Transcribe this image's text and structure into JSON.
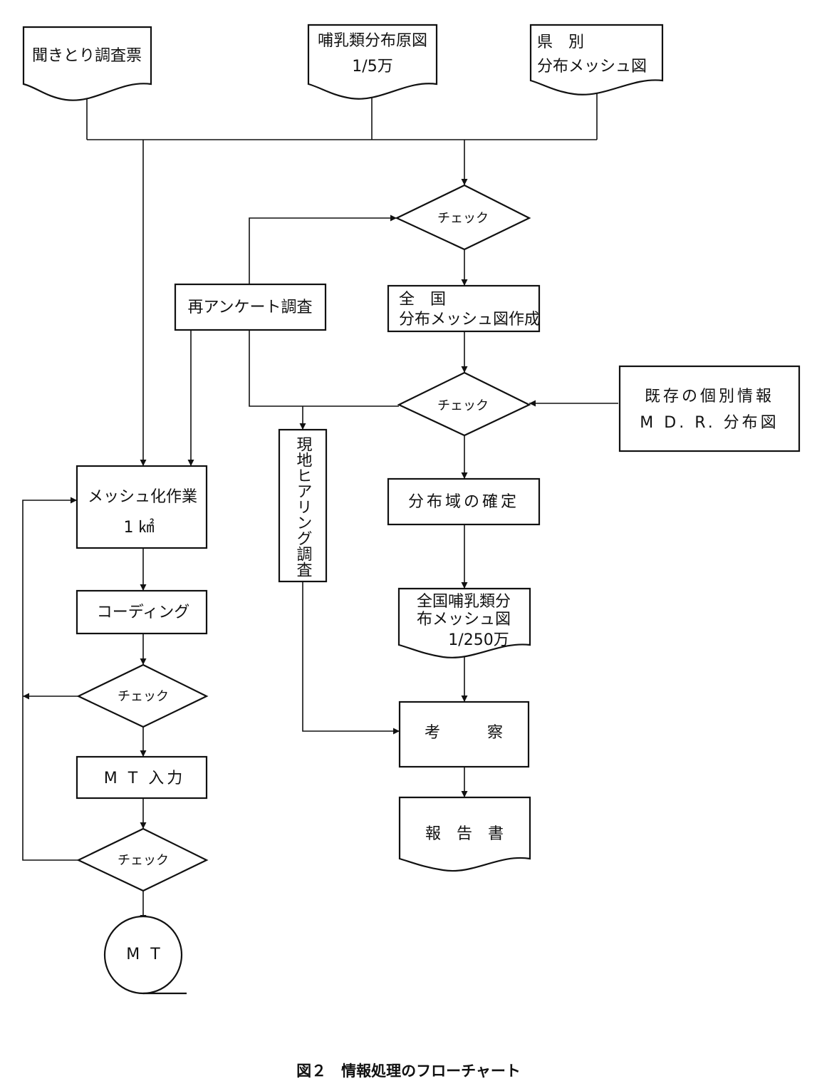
{
  "nodes": {
    "kikitori": "聞きとり調査票",
    "genzu_line1": "哺乳類分布原図",
    "genzu_line2": "1/5万",
    "kenbetsu_line1": "県　別",
    "kenbetsu_line2": "分布メッシュ図",
    "check_top": "チェック",
    "zenkoku_line1": "全　国",
    "zenkoku_line2": "分布メッシュ図作成",
    "reanquete": "再アンケート調査",
    "check_mid": "チェック",
    "kizon_line1": "既存の個別情報",
    "kizon_line2": "M D. R. 分布図",
    "genchi": "現地ヒアリング調査",
    "bunpu_kakutei": "分布域の確定",
    "mesh_line1": "メッシュ化作業",
    "mesh_line2": "1 ㎢",
    "zenkoku_mammal_line1": "全国哺乳類分",
    "zenkoku_mammal_line2": "布メッシュ図",
    "zenkoku_mammal_line3": "1/250万",
    "coding": "コーディング",
    "check_l1": "チェック",
    "kousatsu": "考　　　察",
    "mt_input": "M T 入力",
    "houkokusho": "報　告　書",
    "check_l2": "チェック",
    "mt": "M T"
  },
  "caption": "図２　情報処理のフローチャート"
}
